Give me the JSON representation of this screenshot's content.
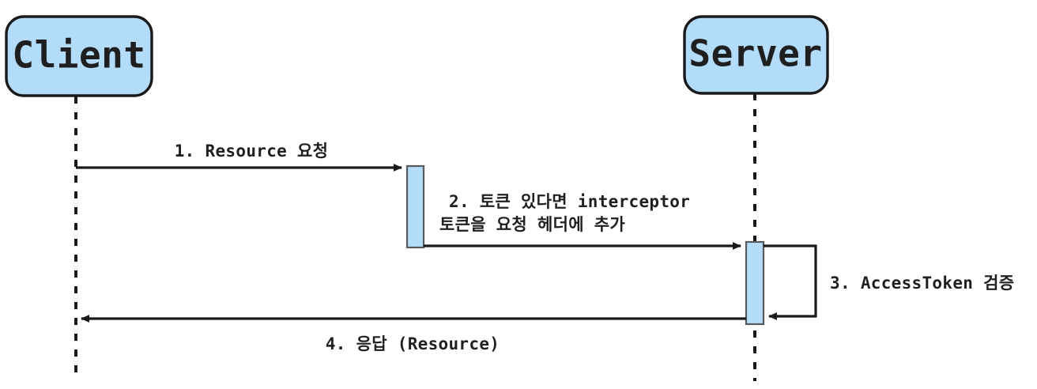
{
  "diagram": {
    "type": "sequence-diagram",
    "title": "",
    "colors": {
      "actor_fill": "#b3dcfb",
      "actor_stroke": "#1a1a1a",
      "activation_fill": "#b3dcfb",
      "activation_stroke": "#58595b",
      "line": "#1a1a1a",
      "text": "#231f20",
      "background": "#ffffff"
    },
    "actors": [
      {
        "id": "client",
        "label": "Client"
      },
      {
        "id": "server",
        "label": "Server"
      }
    ],
    "messages": [
      {
        "id": "msg-1",
        "number": "1.",
        "label": "1. Resource 요청",
        "from": "client",
        "to": "server",
        "kind": "call",
        "direction": "right"
      },
      {
        "id": "msg-2",
        "number": "2.",
        "label_line1": "2. 토큰 있다면 interceptor",
        "label_line2": "토큰을 요청 헤더에 추가",
        "from": "client",
        "to": "server",
        "kind": "call",
        "direction": "right"
      },
      {
        "id": "msg-3",
        "number": "3.",
        "label": "3. AccessToken 검증",
        "from": "server",
        "to": "server",
        "kind": "self-call",
        "direction": "self"
      },
      {
        "id": "msg-4",
        "number": "4.",
        "label": "4. 응답 (Resource)",
        "from": "server",
        "to": "client",
        "kind": "return",
        "direction": "left"
      }
    ]
  }
}
